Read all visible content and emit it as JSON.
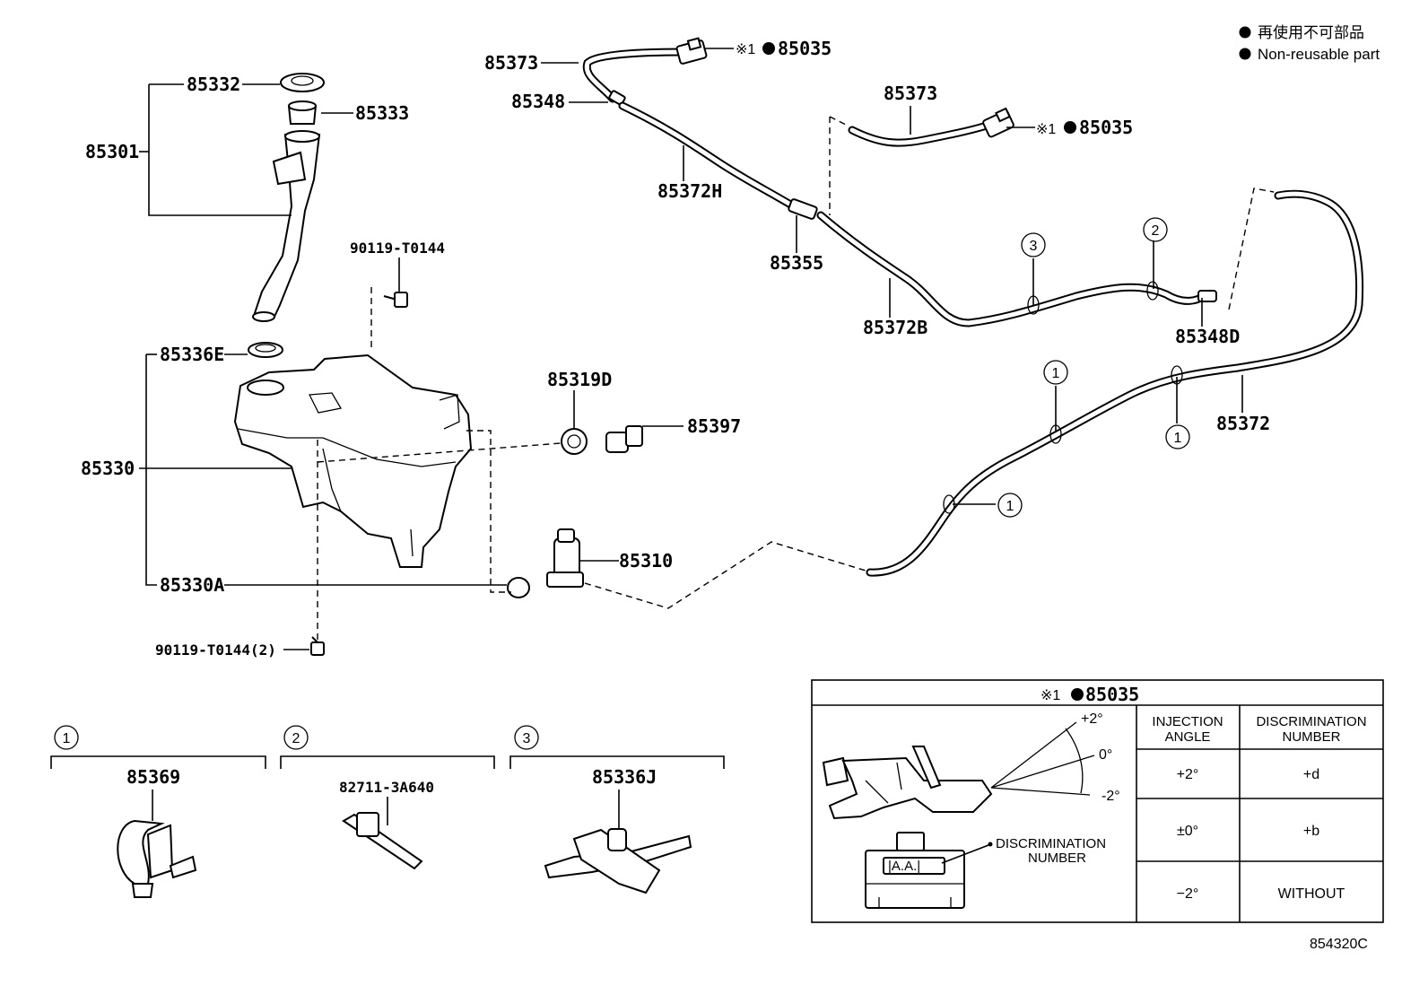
{
  "legend": {
    "ja": "再使用不可部品",
    "en": "Non-reusable part"
  },
  "labels": {
    "p85373_top": "85373",
    "p85035_top": "85035",
    "p85348": "85348",
    "p85372H": "85372H",
    "p85355": "85355",
    "p85373_mid": "85373",
    "p85035_mid": "85035",
    "p85372B": "85372B",
    "p85348D": "85348D",
    "p85372": "85372",
    "p85332": "85332",
    "p85333": "85333",
    "p85301": "85301",
    "p90119_top": "90119-T0144",
    "p85336E": "85336E",
    "p85330": "85330",
    "p85319D": "85319D",
    "p85397": "85397",
    "p85310": "85310",
    "p85330A": "85330A",
    "p90119_bottom": "90119-T0144(2)",
    "mark_note": "※1",
    "diagram_code": "854320C"
  },
  "clip_callouts": {
    "c1": "1",
    "c2": "2",
    "c3": "3"
  },
  "clip_details": [
    {
      "num": "1",
      "part": "85369"
    },
    {
      "num": "2",
      "part": "82711-3A640"
    },
    {
      "num": "3",
      "part": "85336J"
    }
  ],
  "nozzle_table": {
    "title_mark": "※1",
    "title_part": "85035",
    "angle_marks": [
      "+2°",
      "0°",
      "-2°"
    ],
    "discrimination_callout": [
      "DISCRIMINATION",
      "NUMBER"
    ],
    "stamp": "|A.A.|",
    "headers": {
      "injection_angle": [
        "INJECTION",
        "ANGLE"
      ],
      "discrimination_number": [
        "DISCRIMINATION",
        "NUMBER"
      ]
    },
    "rows": [
      {
        "angle": "+2°",
        "number": "+d"
      },
      {
        "angle": "±0°",
        "number": "+b"
      },
      {
        "angle": "−2°",
        "number": "WITHOUT"
      }
    ]
  }
}
